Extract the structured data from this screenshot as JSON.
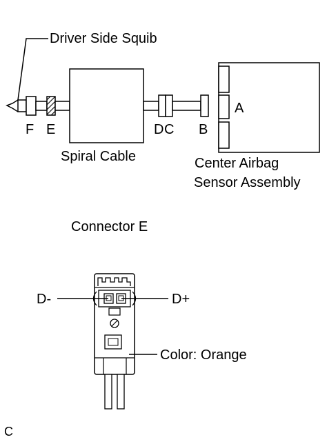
{
  "labels": {
    "squib": "Driver Side Squib",
    "F": "F",
    "E": "E",
    "D": "D",
    "C": "C",
    "B": "B",
    "A": "A",
    "spiral_cable": "Spiral Cable",
    "sensor_line1": "Center Airbag",
    "sensor_line2": "Sensor Assembly",
    "connector_title": "Connector E",
    "d_minus": "D-",
    "d_plus": "D+",
    "color": "Color: Orange",
    "figure_code": "C"
  }
}
